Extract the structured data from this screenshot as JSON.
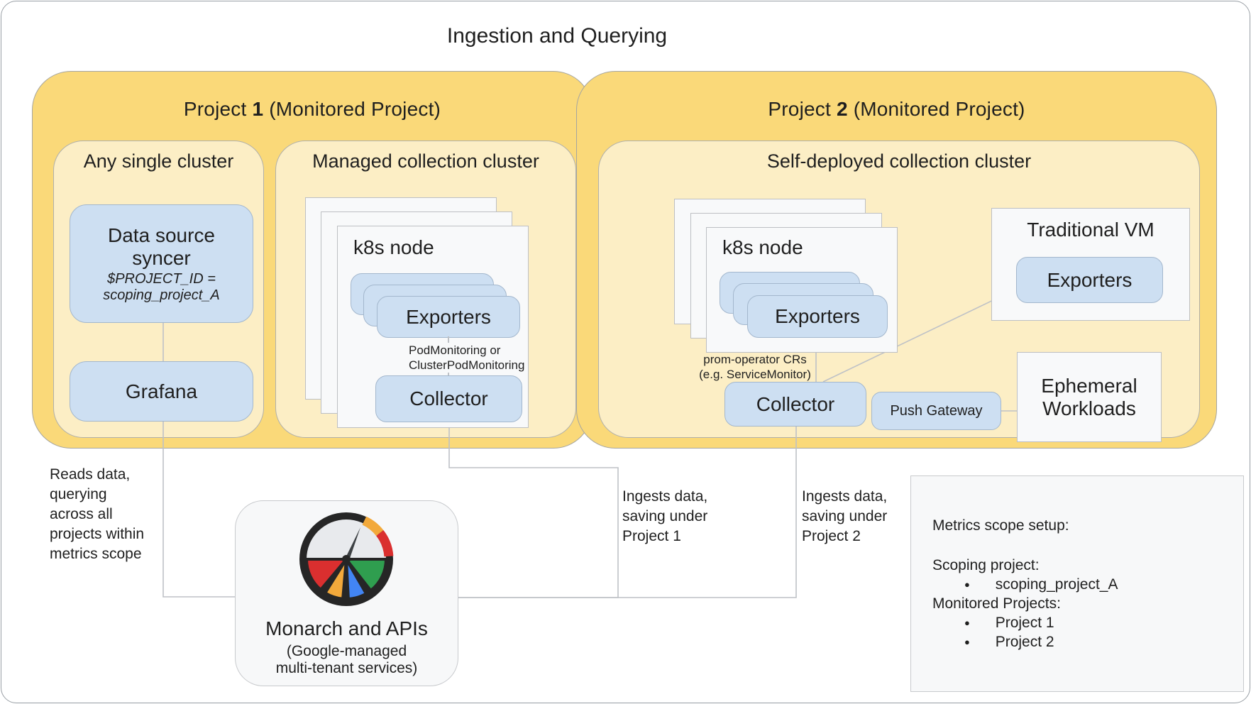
{
  "title": "Ingestion and Querying",
  "project1": {
    "title_prefix": "Project ",
    "title_num": "1",
    "title_suffix": " (Monitored Project)",
    "any_single_cluster": {
      "label": "Any single cluster",
      "syncer": {
        "line1": "Data source",
        "line2": "syncer",
        "sub1": "$PROJECT_ID =",
        "sub2": "scoping_project_A"
      },
      "grafana": "Grafana"
    },
    "managed_cluster": {
      "label": "Managed collection cluster",
      "k8s_node": "k8s node",
      "exporters": "Exporters",
      "monitoring_note1": "PodMonitoring or",
      "monitoring_note2": "ClusterPodMonitoring",
      "collector": "Collector"
    }
  },
  "project2": {
    "title_prefix": "Project ",
    "title_num": "2",
    "title_suffix": " (Monitored Project)",
    "self_deployed": {
      "label": "Self-deployed collection cluster",
      "k8s_node": "k8s node",
      "exporters": "Exporters",
      "crs_note1": "prom-operator CRs",
      "crs_note2": "(e.g. ServiceMonitor)",
      "collector": "Collector",
      "push_gateway": "Push Gateway",
      "traditional_vm": {
        "label": "Traditional VM",
        "exporters": "Exporters"
      },
      "ephemeral": {
        "line1": "Ephemeral",
        "line2": "Workloads"
      }
    }
  },
  "monarch": {
    "icon": "monarch-gauge-icon",
    "title": "Monarch and APIs",
    "sub1": "(Google-managed",
    "sub2": "multi-tenant services)"
  },
  "annotations": {
    "reads": [
      "Reads data,",
      "querying",
      "across all",
      "projects within",
      "metrics scope"
    ],
    "ingest1": [
      "Ingests data,",
      "saving under",
      "Project 1"
    ],
    "ingest2": [
      "Ingests data,",
      "saving under",
      "Project 2"
    ]
  },
  "metrics_scope": {
    "heading": "Metrics scope setup:",
    "scoping_label": "Scoping project:",
    "bullet": "●",
    "scoping_item": "scoping_project_A",
    "monitored_label": "Monitored Projects:",
    "monitored_item1": "Project 1",
    "monitored_item2": "Project 2"
  },
  "colors": {
    "golden": "#fad979",
    "light_yellow": "#fceec5",
    "blue": "#cddff2",
    "card": "#f8f9fa",
    "connector": "#bec1c6",
    "gauge_red": "#da2f2f",
    "gauge_yellow": "#f2a93b",
    "gauge_blue": "#4285f4",
    "gauge_green": "#2f9e4f"
  }
}
